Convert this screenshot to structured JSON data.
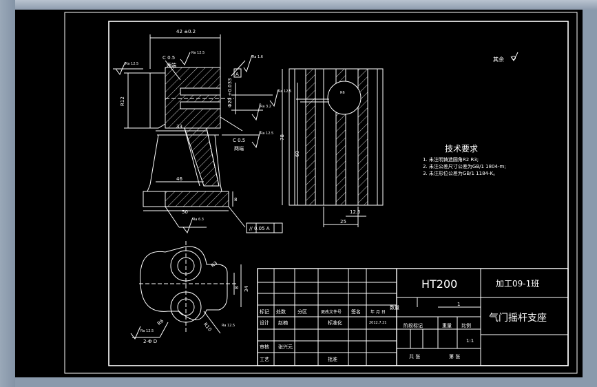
{
  "technical_requirements": {
    "title": "技术要求",
    "items": [
      "1. 未注明铸造圆角R2 R3;",
      "2. 未注公差尺寸公差为GB/1 1804-m;",
      "3. 未注形位公差为GB/1 1184-K。"
    ]
  },
  "rest_roughness": {
    "label": "其余"
  },
  "title_block": {
    "material": "HT200",
    "class_name": "加工09-1班",
    "part_name": "气门摇杆支座",
    "mark_label": "标记",
    "count_label": "处数",
    "zone_label": "分区",
    "change_doc_label": "更改文件号",
    "sign_label": "签名",
    "date_label": "年 月 日",
    "design_label": "设计",
    "designer": "赵楠",
    "date_value": "2012.7.21",
    "standard_label": "标准化",
    "stage_mark_label": "阶段标记",
    "weight_label": "重量",
    "scale_label": "比例",
    "scale_value": "1:1",
    "quantity_label": "数量",
    "quantity_value": "1",
    "review_label": "审核",
    "reviewer": "张兴元",
    "process_label": "工艺",
    "approve_label": "批准",
    "total_label": "共    张",
    "sheet_label": "第    张"
  },
  "dimensions": {
    "top_width": "42 ±0.2",
    "chamfer1": "C 0.5",
    "both_ends1": "两端",
    "chamfer2": "C 0.5",
    "both_ends2": "两端",
    "dim_33": "33",
    "dim_46": "46",
    "dim_50": "50",
    "dim_8": "8",
    "dim_dia_hole": "Φ20 +0.033",
    "dim_r12": "R12",
    "dim_78": "78",
    "dim_60": "60",
    "dim_12_5": "12.5",
    "dim_25": "25",
    "dim_34": "34",
    "dim_r3": "R3",
    "dim_r10": "R10",
    "dim_2xd": "2-Φ D",
    "parallel_tol": "// 0.05 A",
    "datum_a": "A",
    "dim_r6": "R6",
    "dim_r6b": "R6",
    "roughness_1": "Ra 12.5",
    "roughness_2": "Ra 12.5",
    "roughness_3": "Ra 1.6",
    "roughness_4": "Ra 12.5",
    "roughness_5": "Ra 3.2",
    "roughness_6": "Ra 12.5",
    "roughness_7": "Ra 6.3",
    "roughness_8": "Ra 12.5",
    "roughness_9": "Ra 12.5"
  },
  "colors": {
    "background": "#000000",
    "line": "#ffffff",
    "chrome": "#8a9aac"
  }
}
